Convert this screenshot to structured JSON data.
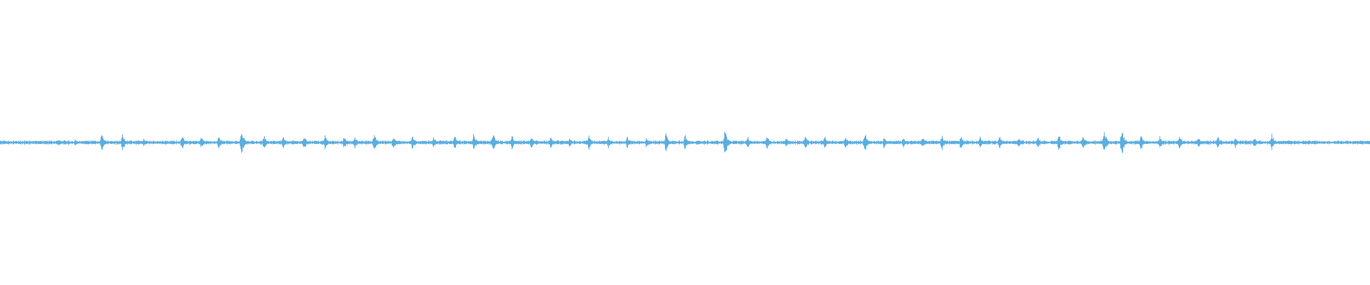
{
  "waveform": {
    "color": "#5aaee0",
    "background": "#ffffff",
    "sample_count": 1920,
    "baseline_amplitude": 0.006,
    "noise_amplitude": 0.01,
    "bursts": [
      {
        "t": 0.0026,
        "a": 0.02
      },
      {
        "t": 0.0179,
        "a": 0.02
      },
      {
        "t": 0.0281,
        "a": 0.02
      },
      {
        "t": 0.0421,
        "a": 0.03
      },
      {
        "t": 0.0549,
        "a": 0.03
      },
      {
        "t": 0.0651,
        "a": 0.02
      },
      {
        "t": 0.074,
        "a": 0.08
      },
      {
        "t": 0.0893,
        "a": 0.07
      },
      {
        "t": 0.1046,
        "a": 0.04
      },
      {
        "t": 0.1327,
        "a": 0.06
      },
      {
        "t": 0.1467,
        "a": 0.05
      },
      {
        "t": 0.1594,
        "a": 0.06
      },
      {
        "t": 0.176,
        "a": 0.11
      },
      {
        "t": 0.1926,
        "a": 0.06
      },
      {
        "t": 0.2066,
        "a": 0.05
      },
      {
        "t": 0.2219,
        "a": 0.06
      },
      {
        "t": 0.2372,
        "a": 0.06
      },
      {
        "t": 0.2512,
        "a": 0.05
      },
      {
        "t": 0.2589,
        "a": 0.06
      },
      {
        "t": 0.273,
        "a": 0.07
      },
      {
        "t": 0.287,
        "a": 0.06
      },
      {
        "t": 0.301,
        "a": 0.06
      },
      {
        "t": 0.3163,
        "a": 0.05
      },
      {
        "t": 0.3316,
        "a": 0.07
      },
      {
        "t": 0.3457,
        "a": 0.07
      },
      {
        "t": 0.3597,
        "a": 0.08
      },
      {
        "t": 0.3737,
        "a": 0.06
      },
      {
        "t": 0.3878,
        "a": 0.05
      },
      {
        "t": 0.4018,
        "a": 0.05
      },
      {
        "t": 0.4158,
        "a": 0.04
      },
      {
        "t": 0.4298,
        "a": 0.06
      },
      {
        "t": 0.4439,
        "a": 0.05
      },
      {
        "t": 0.4579,
        "a": 0.05
      },
      {
        "t": 0.4719,
        "a": 0.05
      },
      {
        "t": 0.486,
        "a": 0.08
      },
      {
        "t": 0.5,
        "a": 0.07
      },
      {
        "t": 0.5293,
        "a": 0.12
      },
      {
        "t": 0.5459,
        "a": 0.05
      },
      {
        "t": 0.5599,
        "a": 0.06
      },
      {
        "t": 0.574,
        "a": 0.05
      },
      {
        "t": 0.588,
        "a": 0.06
      },
      {
        "t": 0.602,
        "a": 0.05
      },
      {
        "t": 0.6173,
        "a": 0.05
      },
      {
        "t": 0.6314,
        "a": 0.09
      },
      {
        "t": 0.6454,
        "a": 0.05
      },
      {
        "t": 0.6594,
        "a": 0.05
      },
      {
        "t": 0.6735,
        "a": 0.05
      },
      {
        "t": 0.6875,
        "a": 0.07
      },
      {
        "t": 0.7015,
        "a": 0.06
      },
      {
        "t": 0.7156,
        "a": 0.05
      },
      {
        "t": 0.7296,
        "a": 0.06
      },
      {
        "t": 0.7436,
        "a": 0.05
      },
      {
        "t": 0.7577,
        "a": 0.05
      },
      {
        "t": 0.773,
        "a": 0.08
      },
      {
        "t": 0.7908,
        "a": 0.06
      },
      {
        "t": 0.8061,
        "a": 0.1
      },
      {
        "t": 0.8189,
        "a": 0.12
      },
      {
        "t": 0.8329,
        "a": 0.07
      },
      {
        "t": 0.8469,
        "a": 0.05
      },
      {
        "t": 0.861,
        "a": 0.06
      },
      {
        "t": 0.875,
        "a": 0.05
      },
      {
        "t": 0.889,
        "a": 0.06
      },
      {
        "t": 0.9018,
        "a": 0.05
      },
      {
        "t": 0.9158,
        "a": 0.05
      },
      {
        "t": 0.9286,
        "a": 0.07
      },
      {
        "t": 0.9426,
        "a": 0.02
      },
      {
        "t": 0.9605,
        "a": 0.02
      },
      {
        "t": 0.977,
        "a": 0.02
      },
      {
        "t": 0.9936,
        "a": 0.02
      }
    ]
  }
}
